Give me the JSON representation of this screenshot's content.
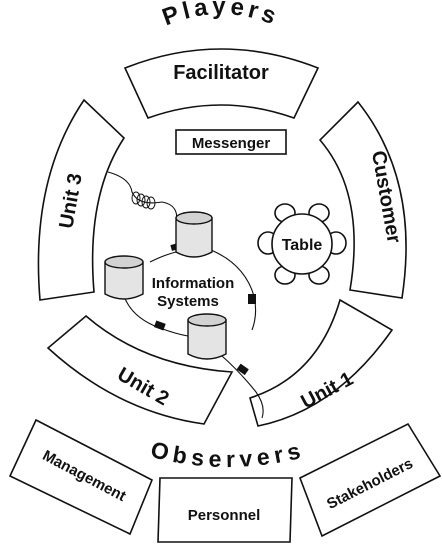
{
  "title": "Players",
  "observers_label": "Observers",
  "players": {
    "facilitator": "Facilitator",
    "customer": "Customer",
    "unit1": "Unit 1",
    "unit2": "Unit 2",
    "unit3": "Unit 3"
  },
  "messenger": "Messenger",
  "table": "Table",
  "information_systems": [
    "Information",
    "Systems"
  ],
  "observers": {
    "management": "Management",
    "personnel": "Personnel",
    "stakeholders": "Stakeholders"
  }
}
